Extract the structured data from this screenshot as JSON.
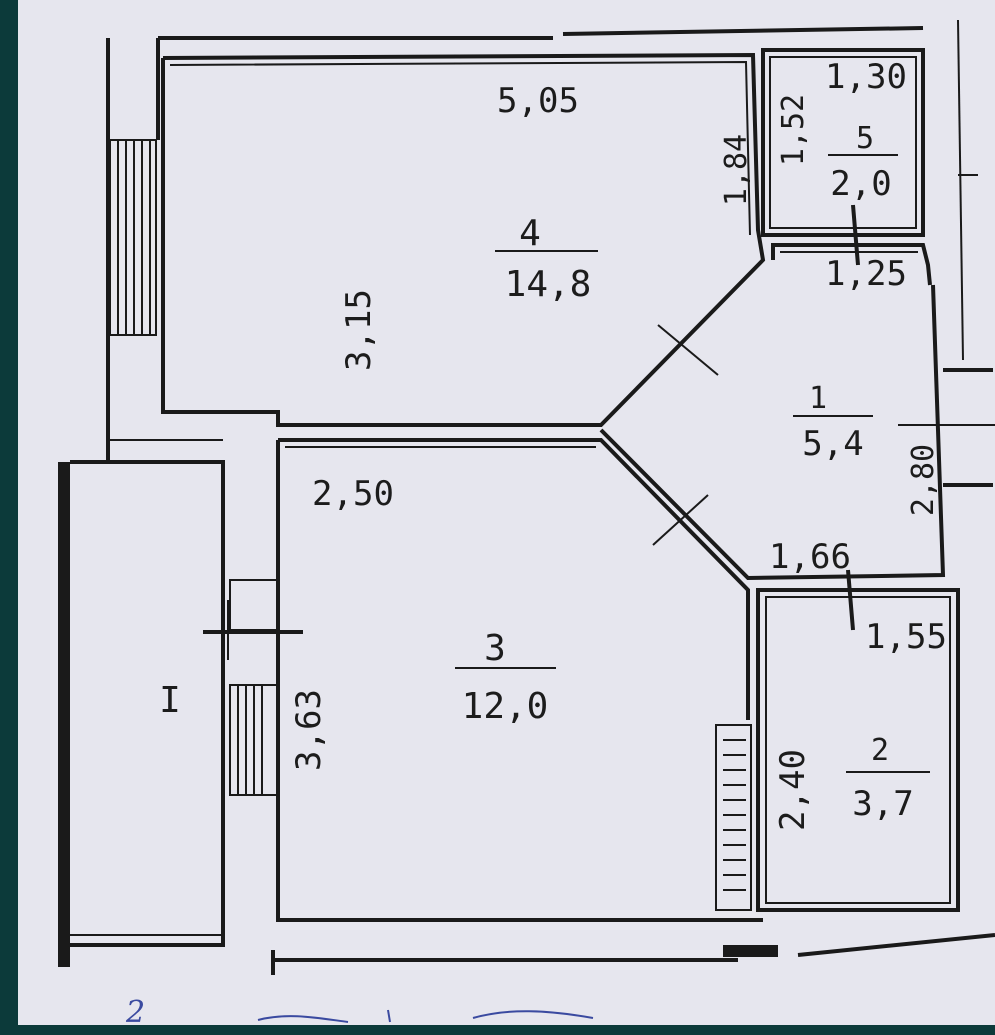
{
  "plan": {
    "rooms": [
      {
        "number": "4",
        "area": "14,8"
      },
      {
        "number": "3",
        "area": "12,0"
      },
      {
        "number": "5",
        "area": "2,0"
      },
      {
        "number": "1",
        "area": "5,4"
      },
      {
        "number": "2",
        "area": "3,7"
      }
    ],
    "balcony_label": "I",
    "dimensions": {
      "room4_width": "5,05",
      "room4_depth": "3,15",
      "room4_side": "1,84",
      "room3_width": "2,50",
      "room3_depth": "3,63",
      "room5_width": "1,30",
      "room5_depth": "1,52",
      "hall_width": "1,25",
      "hall_depth": "2,80",
      "hall_bottom": "1,66",
      "room2_width": "1,55",
      "room2_depth": "2,40"
    },
    "handwritten": "2"
  },
  "colors": {
    "background": "#0c3a3a",
    "paper": "#e6e6ee",
    "ink": "#1a1a1a",
    "handwriting": "#3a4aa0"
  }
}
